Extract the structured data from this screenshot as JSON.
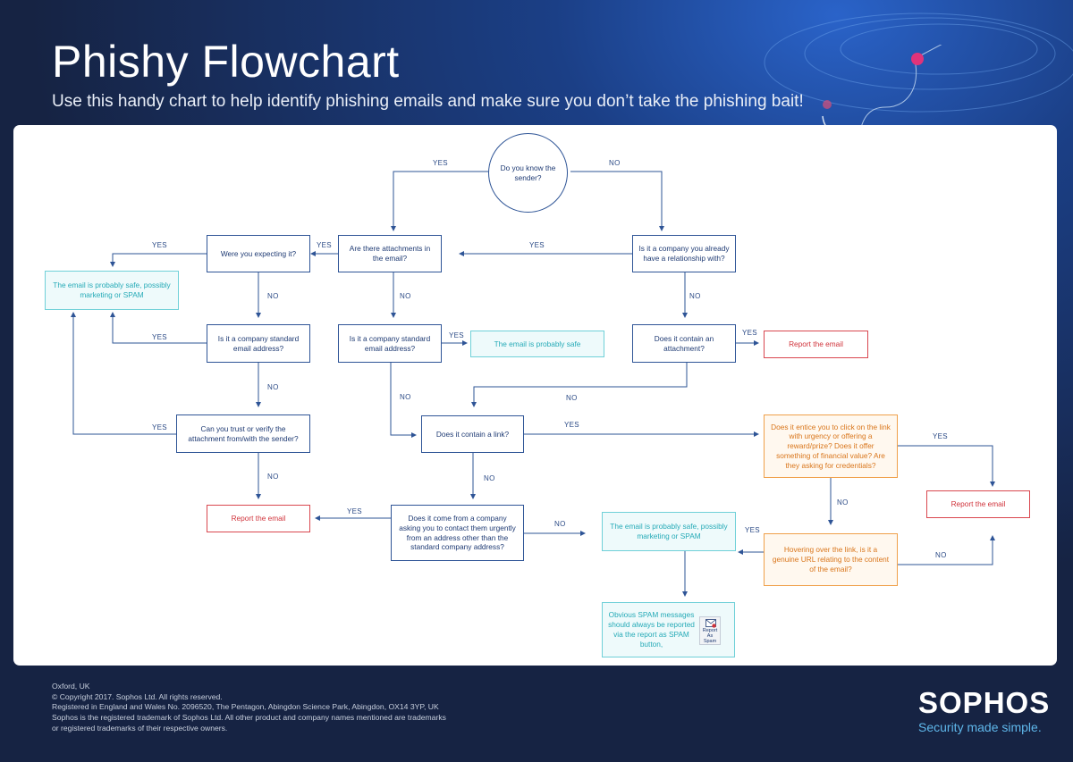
{
  "header": {
    "title": "Phishy Flowchart",
    "subtitle": "Use this handy chart to help identify phishing emails and make sure you don’t take the phishing bait!"
  },
  "colors": {
    "background": "#172546",
    "question": "#2e5496",
    "safe": "#25aab7",
    "report": "#d0333b",
    "warning": "#d9751a",
    "brand_tagline": "#5fb7ea"
  },
  "nodes": {
    "know_sender": "Do you know the sender?",
    "attachments": "Are there attachments in the email?",
    "company_relationship": "Is it a company you already have a relationship with?",
    "expecting": "Were you expecting it?",
    "safe_spam_top": "The email is probably safe, possibly marketing or SPAM",
    "std_address_left": "Is it a company standard email address?",
    "std_address_mid": "Is it a company standard email address?",
    "probably_safe": "The email is probably safe",
    "contain_attachment": "Does it contain an attachment?",
    "report_top": "Report the email",
    "trust_attachment": "Can you trust or verify the attachment from/with the sender?",
    "contain_link": "Does it contain a link?",
    "entice": "Does it entice you to click on the link with urgency or offering a reward/prize? Does it offer something of financial value? Are they asking for credentials?",
    "report_left": "Report the email",
    "contact_urgently": "Does it come from a company asking you to contact them urgently from an address other than the standard company address?",
    "safe_spam_mid": "The email is probably safe, possibly marketing or SPAM",
    "report_right": "Report the email",
    "hover_link": "Hovering over the link, is it a genuine URL relating to the content of the email?",
    "spam_note": "Obvious SPAM messages should always be reported via the report as SPAM button,",
    "spam_button": "Report As Spam"
  },
  "labels": {
    "yes": "YES",
    "no": "NO"
  },
  "footer": {
    "lines": [
      "Oxford, UK",
      "© Copyright 2017. Sophos Ltd. All rights reserved.",
      "Registered in England and Wales No. 2096520, The Pentagon, Abingdon Science Park, Abingdon, OX14 3YP, UK",
      "Sophos is the registered trademark of Sophos Ltd. All other product and company names mentioned are trademarks",
      "or registered trademarks of their respective owners."
    ],
    "brand": "SOPHOS",
    "tagline": "Security made simple."
  }
}
